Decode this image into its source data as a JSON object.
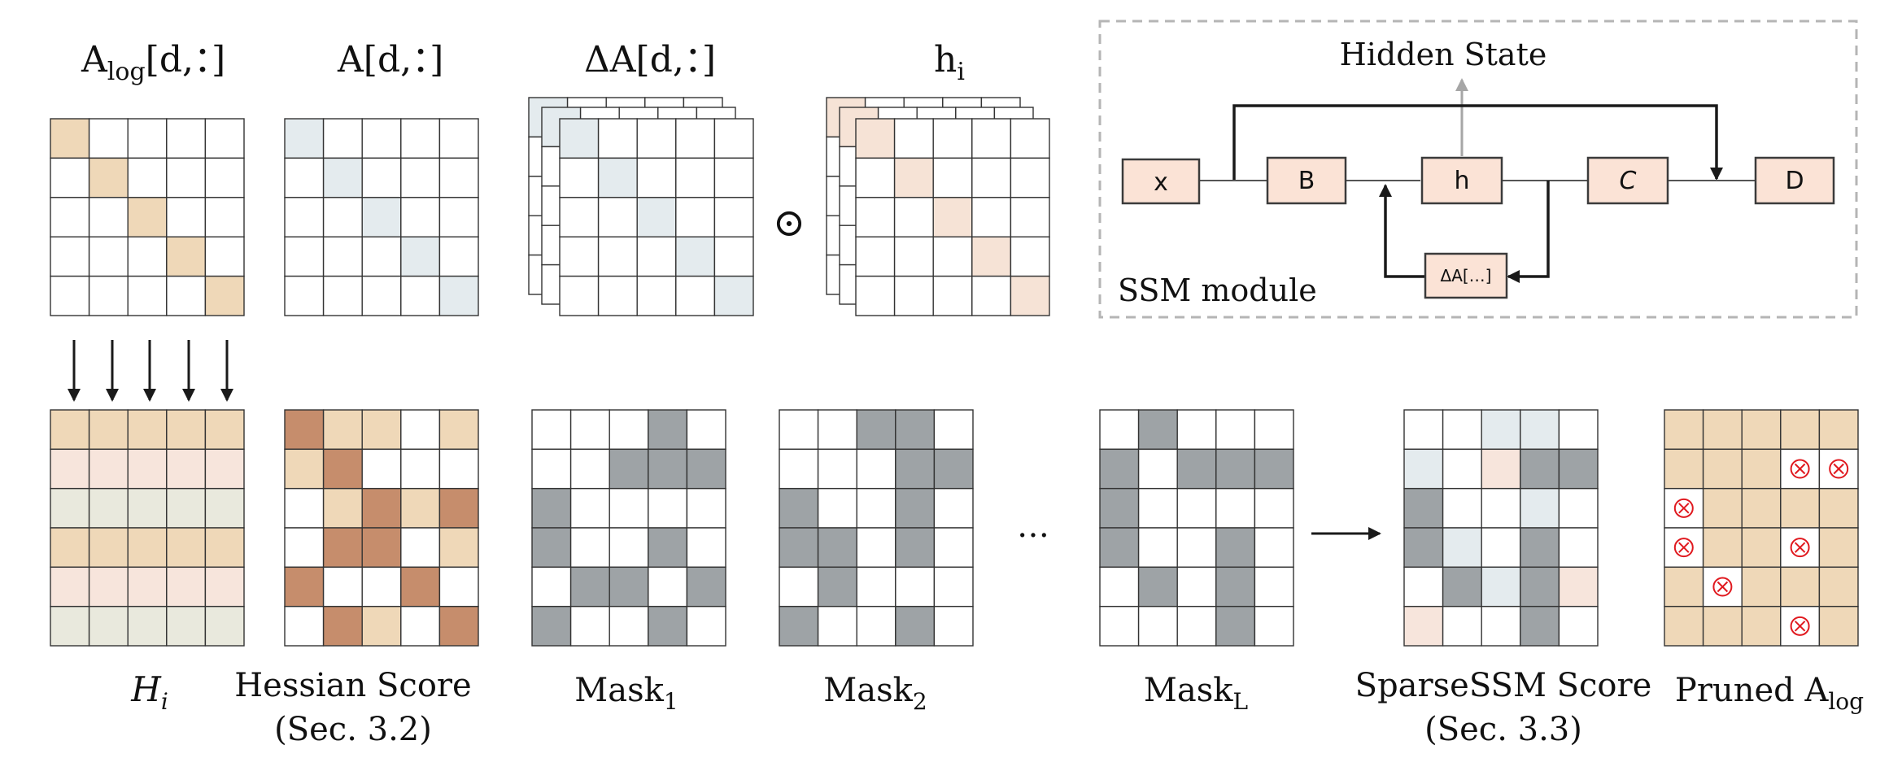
{
  "colors": {
    "tan": "#efd8b8",
    "tan_light": "#f7e5dc",
    "sage": "#e9e9dd",
    "blue_gray": "#e4ebee",
    "peach": "#f6e3d6",
    "gray": "#9ea3a6",
    "gray_light": "#d6d8da",
    "brown": "#c68d6c",
    "salmon_box": "#fbe3d6",
    "red": "#e0191f",
    "line": "#1a1a1a"
  },
  "top_labels": {
    "alog_main": "A",
    "alog_sub": "log",
    "alog_rest": "[d,：]",
    "a": "A[d,：]",
    "delta_a": "ΔA[d,：]",
    "h_main": "h",
    "h_sub": "i"
  },
  "hadamard_symbol": "⊙",
  "ssm": {
    "title": "Hidden State",
    "module_label": "SSM module",
    "x": "x",
    "b": "B",
    "h": "h",
    "c": "C",
    "d": "D",
    "delta_a": "ΔA[…]"
  },
  "bottom_labels": {
    "hi_main": "H",
    "hi_sub": "i",
    "hessian_line1": "Hessian Score",
    "hessian_line2": "(Sec. 3.2)",
    "mask1_main": "Mask",
    "mask1_sub": "1",
    "mask2_main": "Mask",
    "mask2_sub": "2",
    "maskl_main": "Mask",
    "maskl_sub": "L",
    "sparse_line1": "SparseSSM Score",
    "sparse_line2": "(Sec. 3.3)",
    "pruned_main": "Pruned A",
    "pruned_sub": "log"
  },
  "ellipsis": "…",
  "grids": {
    "alog": [
      "T....",
      ".T...",
      "..T..",
      "...T.",
      "....T"
    ],
    "a": [
      "B....",
      ".B...",
      "..B..",
      "...B.",
      "....B"
    ],
    "delta_a": [
      "B....",
      ".B...",
      "..B..",
      "...B.",
      "....B"
    ],
    "h": [
      "P....",
      ".P...",
      "..P..",
      "...P.",
      "....P"
    ],
    "hi": [
      "TTTTT",
      "LLLLL",
      "SSSSS",
      "TTTTT",
      "LLLLL",
      "SSSSS"
    ],
    "hessian": [
      "RTT.T",
      "TR...",
      ".TRTR",
      ".RR.T",
      "R..R.",
      ".RT.R"
    ],
    "mask1": [
      "...G.",
      "..GGG",
      "G....",
      "G..G.",
      ".GG.G",
      "G..G."
    ],
    "mask2": [
      "..GG.",
      "...GG",
      "G..G.",
      "GG.G.",
      ".G...",
      "G..G."
    ],
    "maskl": [
      ".G...",
      "G.GGG",
      "G....",
      "G..G.",
      ".G.G.",
      "...G."
    ],
    "sparse": [
      "..BB.",
      "B.LGG",
      "G..B.",
      "GB.G.",
      ".GBGL",
      "L..G."
    ],
    "pruned": [
      "TTTTT",
      "TTTXX",
      "XTTTT",
      "XTTXT",
      "TXTTT",
      "TTTXT"
    ]
  }
}
